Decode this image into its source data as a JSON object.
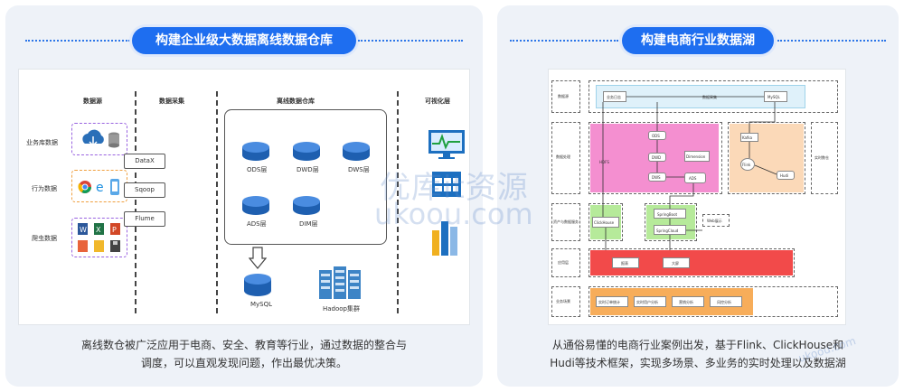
{
  "left": {
    "title": "构建企业级大数据离线数据仓库",
    "diagram": {
      "col_sources": "数据源",
      "col_collect": "数据采集",
      "col_warehouse": "离线数据仓库",
      "col_visual": "可视化层",
      "row_db": "业务库数据",
      "row_behavior": "行为数据",
      "row_crawler": "爬虫数据",
      "tools": [
        "DataX",
        "Sqoop",
        "Flume"
      ],
      "layers": [
        "ODS层",
        "DWD层",
        "DWS层",
        "ADS层",
        "DIM层"
      ],
      "mysql": "MySQL",
      "hadoop": "Hadoop集群"
    },
    "description_line1": "离线数仓被广泛应用于电商、安全、教育等行业，通过数据的整合与",
    "description_line2": "调度，可以直观发现问题，作出最优决策。"
  },
  "right": {
    "title": "构建电商行业数据湖",
    "description_line1": "从通俗易懂的电商行业案例出发，基于Flink、ClickHouse和",
    "description_line2": "Hudi等技术框架，实现多场景、多业务的实时处理以及数据湖",
    "diagram": {
      "row_labels": [
        "数据源",
        "数据处理",
        "资产与数据服务",
        "应用层",
        "业务场景"
      ],
      "top_left": "业务日志",
      "top_mid": "数据采集",
      "top_right": "MySQL",
      "pink": [
        "ODS",
        "DWD",
        "DWS",
        "Dimension",
        "HDFS",
        "ADS"
      ],
      "peach": [
        "Kafka",
        "Flink",
        "Hudi"
      ],
      "side_box": "实时数仓",
      "service_left": "ClickHouse",
      "service_mid1": "SpringBoot",
      "service_mid2": "SpringCloud",
      "service_right": "Web展示",
      "red": [
        "报表",
        "大屏"
      ],
      "scenes": [
        "实时订单统计",
        "实时用户分析",
        "营销分析",
        "风控分析"
      ]
    }
  },
  "watermark": {
    "line1": "优库it资源",
    "line2": "ukoou.com",
    "corner": "ukoou.com"
  }
}
